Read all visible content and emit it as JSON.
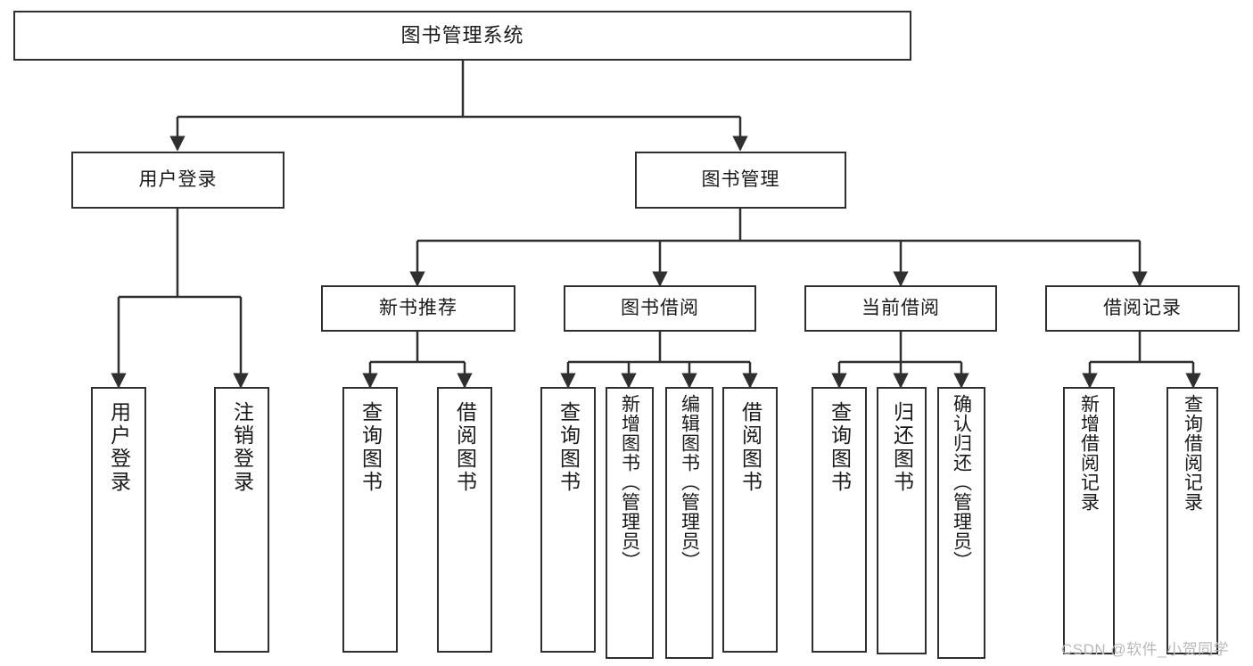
{
  "diagram": {
    "title": "图书管理系统",
    "type": "tree",
    "watermark": "CSDN @软件_小贺同学",
    "colors": {
      "box_border": "#2f2f2f",
      "box_fill": "#ffffff",
      "connector": "#2f2f2f",
      "text": "#1a1a1a",
      "watermark": "#b9b9b9"
    },
    "nodes": {
      "root": {
        "label": "图书管理系统",
        "level": 0
      },
      "user_login": {
        "label": "用户登录",
        "level": 1
      },
      "book_manage": {
        "label": "图书管理",
        "level": 1
      },
      "new_book_rec": {
        "label": "新书推荐",
        "level": 2
      },
      "book_borrow": {
        "label": "图书借阅",
        "level": 2
      },
      "current_borrow": {
        "label": "当前借阅",
        "level": 2
      },
      "borrow_record": {
        "label": "借阅记录",
        "level": 2
      },
      "leaf_user_login": {
        "label": "用户登录",
        "level": 2
      },
      "leaf_logout": {
        "label": "注销登录",
        "level": 2
      },
      "leaf_query_book_1": {
        "label": "查询图书",
        "level": 3
      },
      "leaf_borrow_book_1": {
        "label": "借阅图书",
        "level": 3
      },
      "leaf_query_book_2": {
        "label": "查询图书",
        "level": 3
      },
      "leaf_add_book": {
        "label": "新增图书（管理员）",
        "level": 3
      },
      "leaf_edit_book": {
        "label": "编辑图书（管理员）",
        "level": 3
      },
      "leaf_borrow_book_2": {
        "label": "借阅图书",
        "level": 3
      },
      "leaf_query_book_3": {
        "label": "查询图书",
        "level": 3
      },
      "leaf_return_book": {
        "label": "归还图书",
        "level": 3
      },
      "leaf_confirm_return": {
        "label": "确认归还（管理员）",
        "level": 3
      },
      "leaf_add_record": {
        "label": "新增借阅记录",
        "level": 3
      },
      "leaf_query_record": {
        "label": "查询借阅记录",
        "level": 3
      }
    },
    "edges": [
      {
        "from": "root",
        "to": "user_login"
      },
      {
        "from": "root",
        "to": "book_manage"
      },
      {
        "from": "user_login",
        "to": "leaf_user_login"
      },
      {
        "from": "user_login",
        "to": "leaf_logout"
      },
      {
        "from": "book_manage",
        "to": "new_book_rec"
      },
      {
        "from": "book_manage",
        "to": "book_borrow"
      },
      {
        "from": "book_manage",
        "to": "current_borrow"
      },
      {
        "from": "book_manage",
        "to": "borrow_record"
      },
      {
        "from": "new_book_rec",
        "to": "leaf_query_book_1"
      },
      {
        "from": "new_book_rec",
        "to": "leaf_borrow_book_1"
      },
      {
        "from": "book_borrow",
        "to": "leaf_query_book_2"
      },
      {
        "from": "book_borrow",
        "to": "leaf_add_book"
      },
      {
        "from": "book_borrow",
        "to": "leaf_edit_book"
      },
      {
        "from": "book_borrow",
        "to": "leaf_borrow_book_2"
      },
      {
        "from": "current_borrow",
        "to": "leaf_query_book_3"
      },
      {
        "from": "current_borrow",
        "to": "leaf_return_book"
      },
      {
        "from": "current_borrow",
        "to": "leaf_confirm_return"
      },
      {
        "from": "borrow_record",
        "to": "leaf_add_record"
      },
      {
        "from": "borrow_record",
        "to": "leaf_query_record"
      }
    ]
  }
}
